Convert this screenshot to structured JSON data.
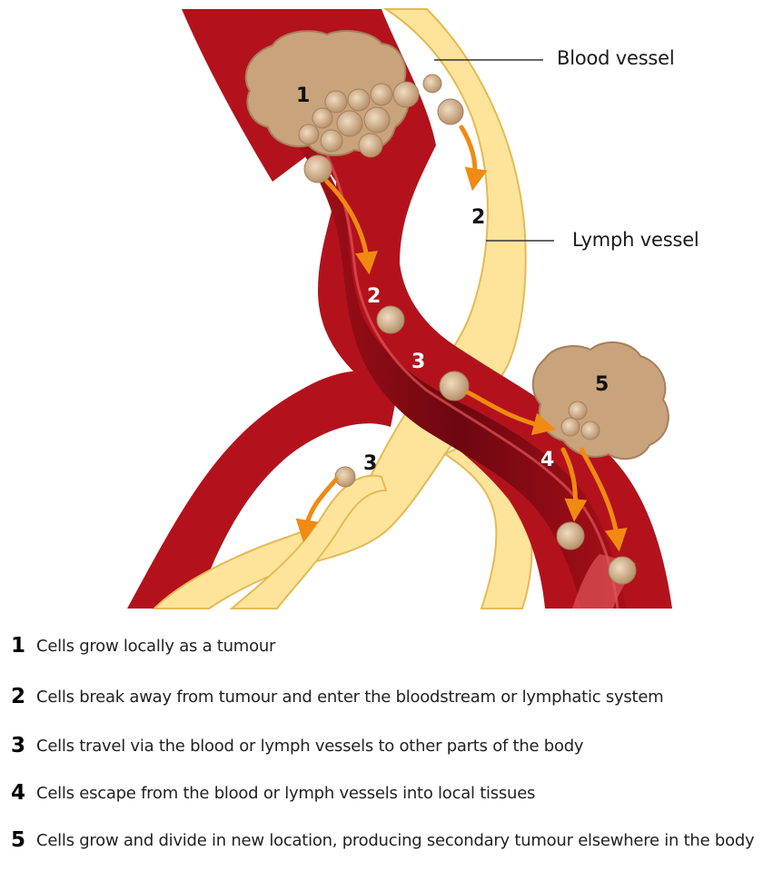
{
  "diagram": {
    "callouts": {
      "blood_vessel": "Blood vessel",
      "lymph_vessel": "Lymph vessel"
    },
    "step_markers": [
      "1",
      "2",
      "2",
      "3",
      "3",
      "4",
      "5"
    ],
    "colors": {
      "blood_outer": "#b3121c",
      "blood_inner": "#7a0a12",
      "blood_stripe": "#e0555a",
      "lymph": "#fde49a",
      "lymph_edge": "#e6b955",
      "tumour": "#c9a37c",
      "tumour_edge": "#a5805d",
      "arrow": "#f08a12"
    }
  },
  "legend": [
    {
      "num": "1",
      "text": "Cells grow locally as a tumour"
    },
    {
      "num": "2",
      "text": "Cells break away from tumour and enter the bloodstream or lymphatic system"
    },
    {
      "num": "3",
      "text": "Cells travel via the blood or lymph vessels to other parts of the body"
    },
    {
      "num": "4",
      "text": "Cells escape from the blood or lymph vessels into local tissues"
    },
    {
      "num": "5",
      "text": "Cells grow and divide in new location, producing secondary tumour elsewhere in the body"
    }
  ]
}
